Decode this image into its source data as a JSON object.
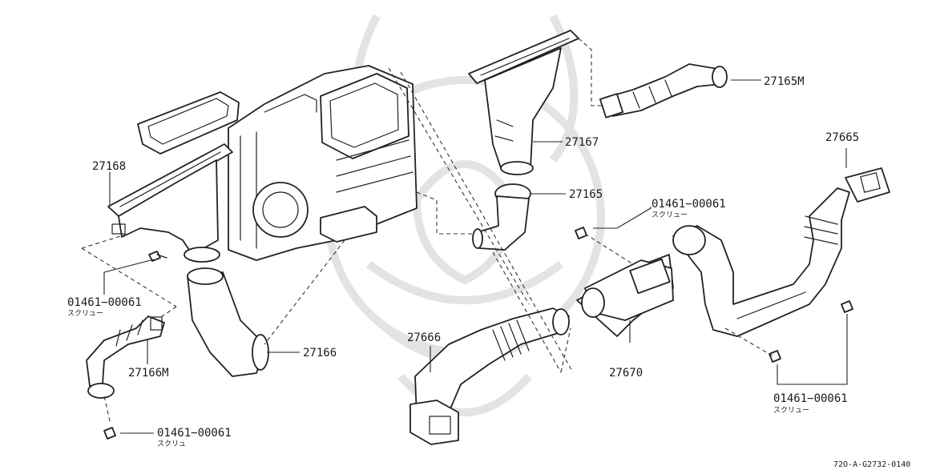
{
  "diagram": {
    "labels": {
      "p27168": "27168",
      "p01461_left": "01461−00061",
      "p01461_left_sub": "スクリュー",
      "p27166m": "27166M",
      "p27166": "27166",
      "p01461_bottom": "01461−00061",
      "p01461_bottom_sub": "スクリュ",
      "p27165m": "27165M",
      "p27167": "27167",
      "p27165": "27165",
      "p01461_mid": "01461−00061",
      "p01461_mid_sub": "スクリュー",
      "p27665": "27665",
      "p27666": "27666",
      "p27670": "27670",
      "p01461_right": "01461−00061",
      "p01461_right_sub": "スクリュー"
    },
    "drawing_code": "72O-A-G2732-0140"
  }
}
